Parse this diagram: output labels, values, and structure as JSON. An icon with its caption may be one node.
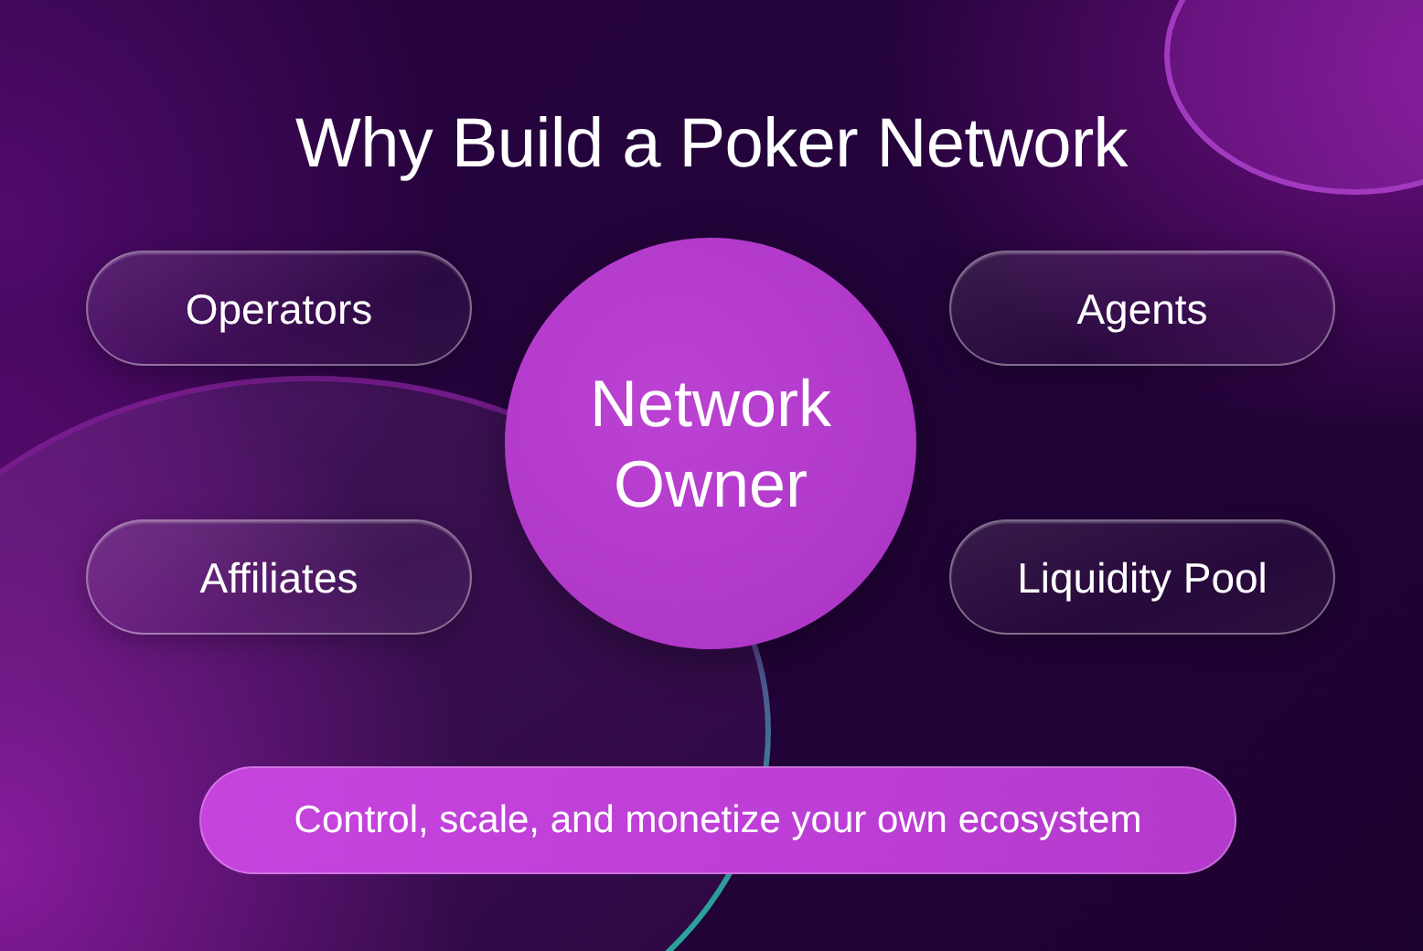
{
  "diagram": {
    "title": "Why Build a Poker Network",
    "nodes": [
      {
        "text": [
          "Operators"
        ]
      },
      {
        "text": [
          "Network Owner"
        ]
      },
      {
        "text": [
          "Agents"
        ]
      },
      {
        "text": [
          "Affiliates"
        ]
      },
      {
        "text": [
          "Liquidity Pool"
        ]
      },
      {
        "text": [
          "Control, scale, and monetize your own ecosystem"
        ]
      }
    ]
  }
}
